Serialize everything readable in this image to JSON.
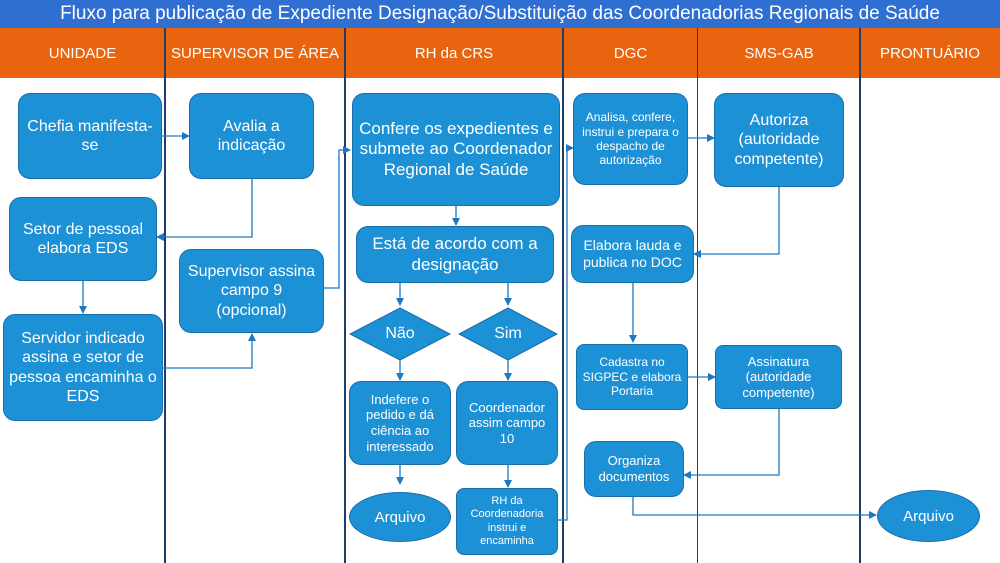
{
  "title": "Fluxo para publicação de Expediente Designação/Substituição das Coordenadorias Regionais de Saúde",
  "lanes": [
    "UNIDADE",
    "SUPERVISOR DE ÁREA",
    "RH da CRS",
    "DGC",
    "SMS-GAB",
    "PRONTUÁRIO"
  ],
  "nodes": {
    "chefia": "Chefia manifesta-se",
    "avalia": "Avalia a indicação",
    "setor": "Setor de pessoal elabora EDS",
    "supervisor": "Supervisor assina campo 9 (opcional)",
    "servidor": "Servidor indicado assina e setor de pessoa encaminha o EDS",
    "confere": "Confere os expedientes e submete ao Coordenador Regional de Saúde",
    "acordo": "Está de acordo com a designação",
    "nao": "Não",
    "sim": "Sim",
    "indefere": "Indefere o pedido e dá ciência ao interessado",
    "coordenador": "Coordenador assim campo 10",
    "arquivo_rh": "Arquivo",
    "rh_instrui": "RH da Coordenadoria instrui e encaminha",
    "analisa": "Analisa, confere, instrui e prepara o despacho de autorização",
    "elabora": "Elabora lauda e publica no DOC",
    "cadastra": "Cadastra no SIGPEC e elabora Portaria",
    "organiza": "Organiza documentos",
    "autoriza": "Autoriza (autoridade competente)",
    "assinatura": "Assinatura (autoridade competente)",
    "arquivo_pront": "Arquivo"
  },
  "colors": {
    "title_bg": "#2f6fd1",
    "header_bg": "#e8640f",
    "box_fill": "#1d91d6",
    "line": "#1d78c1"
  }
}
